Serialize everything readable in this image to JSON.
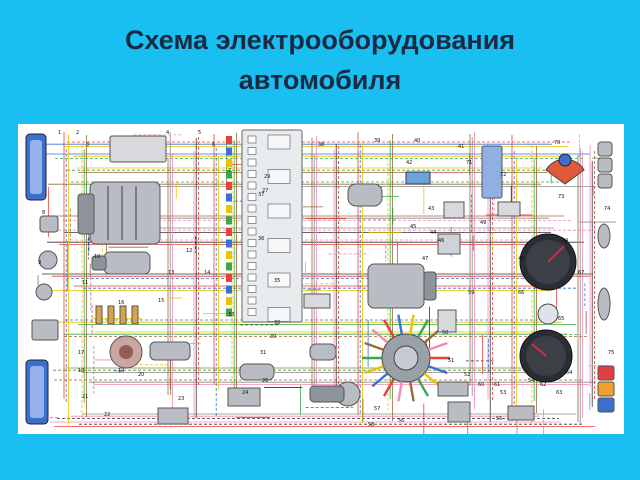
{
  "slide": {
    "title_line1": "Схема электрооборудования",
    "title_line2": "автомобиля"
  },
  "diagram": {
    "labels": [
      "1",
      "2",
      "3",
      "4",
      "5",
      "6",
      "7",
      "8",
      "9",
      "10",
      "11",
      "12",
      "13",
      "14",
      "15",
      "16",
      "17",
      "18",
      "19",
      "20",
      "21",
      "22",
      "23",
      "24",
      "26",
      "27",
      "29",
      "30",
      "31",
      "32",
      "33",
      "35",
      "36",
      "37",
      "38",
      "39",
      "40",
      "41",
      "42",
      "43",
      "44",
      "45",
      "46",
      "47",
      "48",
      "49",
      "50",
      "51",
      "52",
      "53",
      "54",
      "55",
      "56",
      "57",
      "58",
      "59",
      "60",
      "61",
      "62",
      "63",
      "64",
      "65",
      "66",
      "67",
      "69",
      "70",
      "71",
      "72",
      "73",
      "74",
      "75"
    ],
    "colors": {
      "background": "#18bff0",
      "title": "#1b2a44",
      "wire_red": "#e8403a",
      "wire_blue": "#3b6fd8",
      "wire_yellow": "#e9c400",
      "wire_green": "#3aa84a",
      "wire_brown": "#9b6a3a",
      "wire_grey": "#8a8a8a",
      "wire_pink": "#f28ab8",
      "wire_black": "#333333",
      "component_grey": "#b9bcc2",
      "lamp_blue": "#3d6fcc"
    }
  }
}
